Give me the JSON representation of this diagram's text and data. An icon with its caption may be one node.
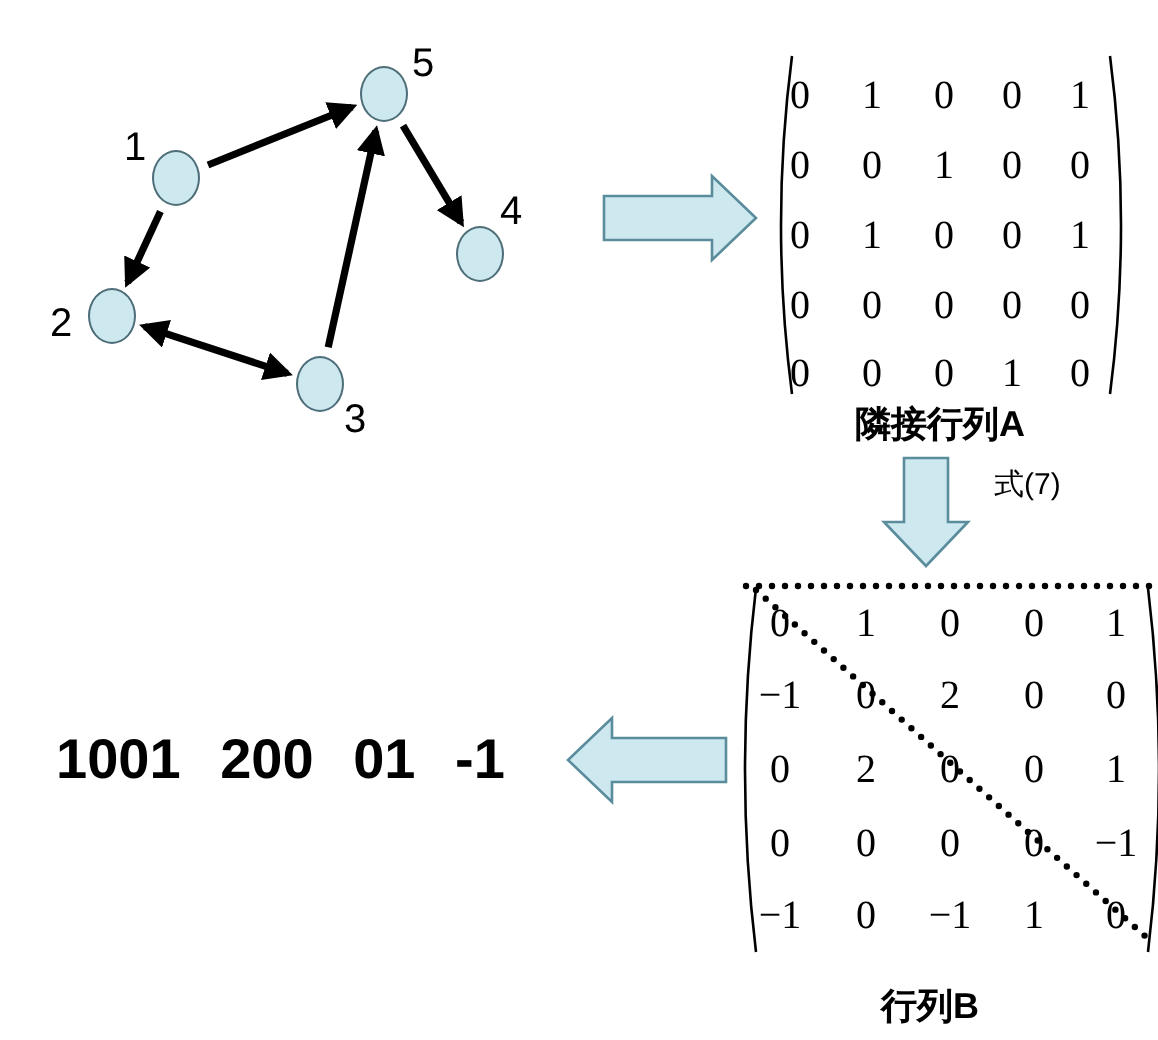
{
  "diagram": {
    "nodes": [
      {
        "text": [],
        "shape": "circle",
        "beside": [
          "1"
        ]
      },
      {
        "text": [],
        "shape": "circle",
        "beside": [
          "2"
        ]
      },
      {
        "text": [],
        "shape": "circle",
        "beside": [
          "3"
        ]
      },
      {
        "text": [],
        "shape": "circle",
        "beside": [
          "4"
        ]
      },
      {
        "text": [],
        "shape": "circle",
        "beside": [
          "5"
        ]
      },
      {
        "text": [
          "隣接行列A"
        ]
      },
      {
        "text": [
          "行列B"
        ]
      },
      {
        "text": [
          "1001 200 01 -1"
        ]
      }
    ],
    "edges": [
      {
        "from": 0,
        "to": 4,
        "arrow": "to"
      },
      {
        "from": 0,
        "to": 1,
        "arrow": "to"
      },
      {
        "from": 1,
        "to": 2,
        "arrow": "both"
      },
      {
        "from": 2,
        "to": 4,
        "arrow": "to"
      },
      {
        "from": 4,
        "to": 3,
        "arrow": "to"
      },
      {
        "from": null,
        "to": 5,
        "arrow": "to",
        "style": "thick",
        "color": "#cde8ef"
      },
      {
        "from": 5,
        "to": 6,
        "arrow": "to",
        "label": "式(7)",
        "style": "thick",
        "color": "#cde8ef"
      },
      {
        "from": 6,
        "to": 7,
        "arrow": "to",
        "style": "thick",
        "color": "#cde8ef"
      }
    ],
    "labels": [
      "0",
      "1",
      "0",
      "0",
      "1",
      "0",
      "0",
      "1",
      "0",
      "0",
      "0",
      "1",
      "0",
      "0",
      "1",
      "0",
      "0",
      "0",
      "0",
      "0",
      "0",
      "0",
      "0",
      "1",
      "0",
      "0",
      "1",
      "0",
      "0",
      "1",
      "−1",
      "0",
      "2",
      "0",
      "0",
      "0",
      "2",
      "0",
      "0",
      "1",
      "0",
      "0",
      "0",
      "0",
      "−1",
      "−1",
      "0",
      "−1",
      "1",
      "0"
    ]
  }
}
